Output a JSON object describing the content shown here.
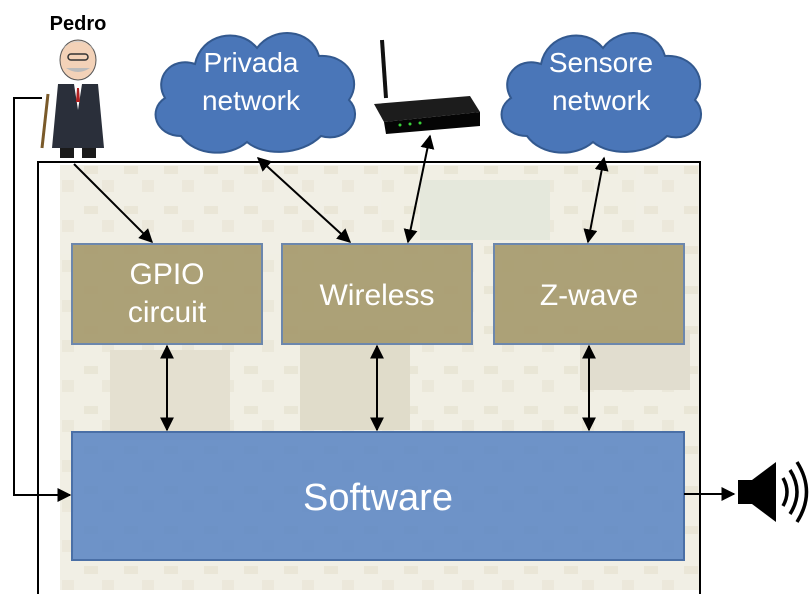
{
  "person": {
    "name": "Pedro"
  },
  "clouds": [
    {
      "line1": "Privada",
      "line2": "network"
    },
    {
      "line1": "Sensore",
      "line2": "network"
    }
  ],
  "modules": [
    {
      "line1": "GPIO",
      "line2": "circuit"
    },
    {
      "line1": "Wireless",
      "line2": ""
    },
    {
      "line1": "Z-wave",
      "line2": ""
    }
  ],
  "software": {
    "label": "Software"
  },
  "colors": {
    "cloud_fill": "#4a76b8",
    "cloud_stroke": "#33598f",
    "module_fill": "#a69a6e",
    "module_stroke": "#6c87ad",
    "software_fill": "#5f88c4",
    "software_stroke": "#4a6fa6",
    "text_on_shape": "#ffffff",
    "arrow": "#000000"
  },
  "icons": {
    "router": "wireless-router-icon",
    "speaker": "speaker-icon",
    "person": "person-icon"
  }
}
